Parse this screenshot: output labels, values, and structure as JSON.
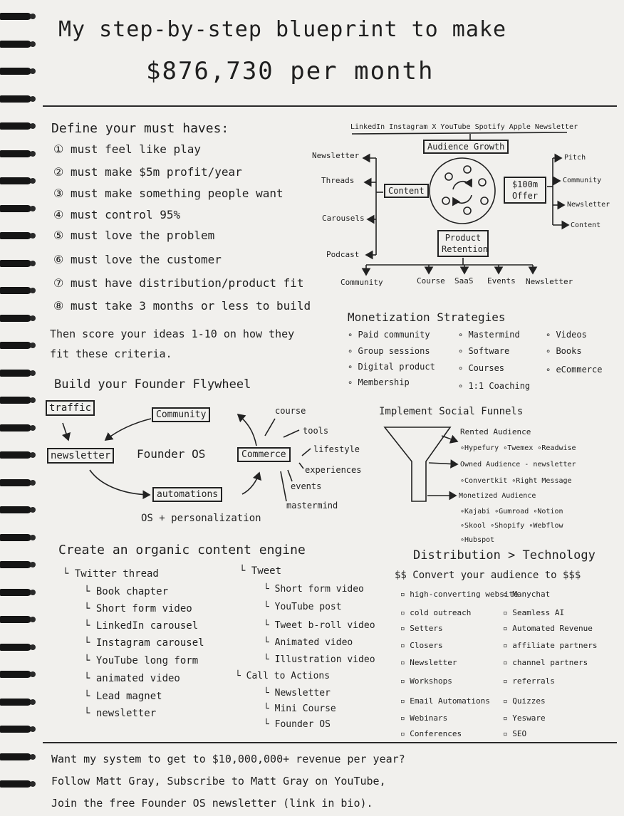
{
  "title_line1": "My step-by-step blueprint to make",
  "title_line2": "$876,730 per month",
  "must_haves": {
    "heading": "Define your must haves:",
    "items": [
      "① must feel like play",
      "② must make $5m profit/year",
      "③ must make something people want",
      "④ must control 95%",
      "⑤ must love the problem",
      "⑥ must love the customer",
      "⑦ must have distribution/product fit",
      "⑧ must take 3 months or less to build"
    ],
    "footer_line1": "Then score your ideas 1-10 on how they",
    "footer_line2": "fit these criteria."
  },
  "growth_diagram": {
    "platforms": "LinkedIn Instagram X YouTube Spotify Apple Newsletter",
    "audience_growth": "Audience Growth",
    "content": "Content",
    "offer": "$100m Offer",
    "product_retention": "Product Retention",
    "left_outputs": [
      "Newsletter",
      "Threads",
      "Carousels",
      "Podcast"
    ],
    "right_outputs": [
      "Pitch",
      "Community",
      "Newsletter",
      "Content"
    ],
    "bottom_outputs": [
      "Community",
      "Course",
      "SaaS",
      "Events",
      "Newsletter"
    ]
  },
  "monetization": {
    "heading": "Monetization Strategies",
    "col1": [
      "Paid community",
      "Group sessions",
      "Digital product",
      "Membership"
    ],
    "col2": [
      "Mastermind",
      "Software",
      "Courses",
      "1:1 Coaching"
    ],
    "col3": [
      "Videos",
      "Books",
      "eCommerce"
    ]
  },
  "flywheel": {
    "heading": "Build your Founder Flywheel",
    "traffic": "traffic",
    "newsletter": "newsletter",
    "community": "Community",
    "center": "Founder OS",
    "commerce": "Commerce",
    "automations": "automations",
    "commerce_items": [
      "course",
      "tools",
      "lifestyle",
      "experiences",
      "events",
      "mastermind"
    ],
    "caption": "OS + personalization"
  },
  "funnels": {
    "heading": "Implement Social Funnels",
    "rented": "Rented Audience",
    "rented_tools": "∘Hypefury ∘Twemex ∘Readwise",
    "owned": "Owned Audience - newsletter",
    "owned_tools": "∘Convertkit ∘Right Message",
    "monetized": "Monetized Audience",
    "monetized_tools1": "∘Kajabi ∘Gumroad ∘Notion",
    "monetized_tools2": "∘Skool ∘Shopify ∘Webflow",
    "monetized_tools3": "∘Hubspot"
  },
  "content_engine": {
    "heading": "Create an organic content engine",
    "twitter_thread": "└ Twitter thread",
    "thread_items": [
      "└ Book chapter",
      "└ Short form video",
      "└ LinkedIn carousel",
      "└ Instagram carousel",
      "└ YouTube long form",
      "└ animated video",
      "└ Lead magnet",
      "└ newsletter"
    ],
    "tweet": "└ Tweet",
    "tweet_items": [
      "└ Short form video",
      "└ YouTube post",
      "└ Tweet b-roll video",
      "└ Animated video",
      "└ Illustration video"
    ],
    "cta": "└ Call to Actions",
    "cta_items": [
      "└ Newsletter",
      "└ Mini Course",
      "└ Founder OS"
    ]
  },
  "distribution": {
    "heading": "Distribution > Technology",
    "subheading": "$$ Convert your audience to $$$",
    "col1": [
      "high-converting website",
      "cold outreach",
      "Setters",
      "Closers",
      "Newsletter",
      "Workshops",
      "Email Automations",
      "Webinars",
      "Conferences"
    ],
    "col2": [
      "Manychat",
      "Seamless AI",
      "Automated Revenue",
      "affiliate partners",
      "channel partners",
      "referrals",
      "Quizzes",
      "Yesware",
      "SEO"
    ]
  },
  "cta_footer": {
    "line1": "Want my system to get to $10,000,000+ revenue per year?",
    "line2": "Follow Matt Gray, Subscribe to Matt Gray on YouTube,",
    "line3": "Join the free Founder OS newsletter (link in bio)."
  }
}
